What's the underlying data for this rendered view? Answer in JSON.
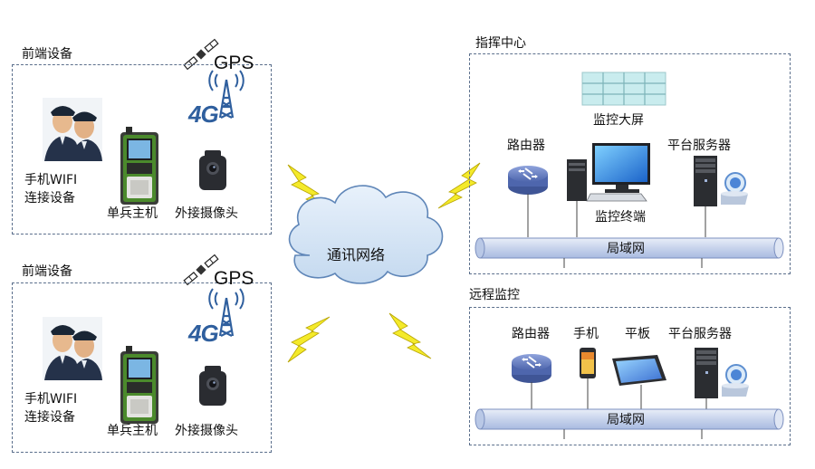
{
  "front_units": [
    {
      "title": "前端设备",
      "gps_label": "GPS",
      "badge_4g": "4G",
      "wifi_label_line1": "手机WIFI",
      "wifi_label_line2": "连接设备",
      "host_label": "单兵主机",
      "camera_label": "外接摄像头"
    },
    {
      "title": "前端设备",
      "gps_label": "GPS",
      "badge_4g": "4G",
      "wifi_label_line1": "手机WIFI",
      "wifi_label_line2": "连接设备",
      "host_label": "单兵主机",
      "camera_label": "外接摄像头"
    }
  ],
  "network": {
    "label": "通讯网络"
  },
  "command_center": {
    "title": "指挥中心",
    "video_wall_label": "监控大屏",
    "router_label": "路由器",
    "server_label": "平台服务器",
    "terminal_label": "监控终端",
    "lan_label": "局域网"
  },
  "remote": {
    "title": "远程监控",
    "router_label": "路由器",
    "phone_label": "手机",
    "tablet_label": "平板",
    "server_label": "平台服务器",
    "lan_label": "局域网"
  },
  "colors": {
    "border": "#5b6f8c",
    "lan_fill": "#cfd9ee",
    "cloud_fill": "#d9e8f6",
    "cloud_stroke": "#5f86b8",
    "lightning": "#f2e62b",
    "router": "#6a83c4",
    "accent_4g": "#2f5f9e"
  }
}
